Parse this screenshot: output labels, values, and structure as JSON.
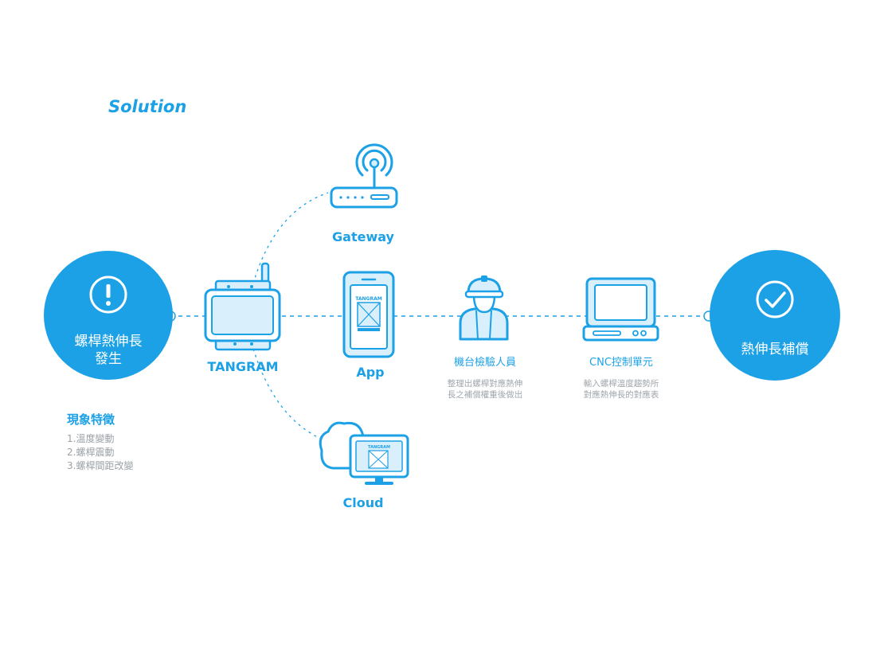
{
  "title": "Solution",
  "colors": {
    "accent": "#1ca1e6",
    "light_fill": "#d9f0fc",
    "muted_text": "#9aa1a7"
  },
  "start_node": {
    "icon": "alert-icon",
    "label_line1": "螺桿熱伸長",
    "label_line2": "發生"
  },
  "end_node": {
    "icon": "check-icon",
    "label": "熱伸長補償"
  },
  "devices": {
    "tangram": {
      "label": "TANGRAM"
    },
    "gateway": {
      "label": "Gateway"
    },
    "app": {
      "label": "App",
      "screen_text": "TANGRAM"
    },
    "cloud": {
      "label": "Cloud",
      "screen_text": "TANGRAM"
    },
    "inspector": {
      "label": "機台檢驗人員",
      "desc_line1": "整理出螺桿對應熱伸",
      "desc_line2": "長之補償權重後做出"
    },
    "cnc": {
      "label": "CNC控制單元",
      "desc_line1": "輸入螺桿溫度趨勢所",
      "desc_line2": "對應熱伸長的對應表"
    }
  },
  "features": {
    "title": "現象特徵",
    "items": [
      "1.溫度變動",
      "2.螺桿震動",
      "3.螺桿間距改變"
    ]
  }
}
